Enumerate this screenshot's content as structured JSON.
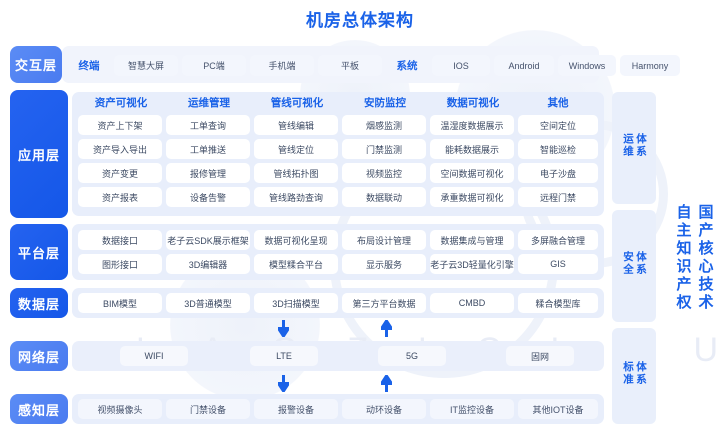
{
  "title": "机房总体架构",
  "watermark": "L A O Z I   C L O U D",
  "colors": {
    "accent": "#1a62e8",
    "tag_strong": "#1457e8",
    "tag_light": "#5b8cf5",
    "panel": "#e8eefb",
    "chip": "#ffffff"
  },
  "layers": {
    "interaction": {
      "tag": "交互层",
      "groups": [
        {
          "label": "终端",
          "items": [
            "智慧大屏",
            "PC端",
            "手机端",
            "平板"
          ]
        },
        {
          "label": "系统",
          "items": [
            "IOS",
            "Android",
            "Windows",
            "Harmony"
          ]
        }
      ]
    },
    "application": {
      "tag": "应用层",
      "columns": [
        {
          "header": "资产可视化",
          "items": [
            "资产上下架",
            "资产导入导出",
            "资产变更",
            "资产报表"
          ]
        },
        {
          "header": "运维管理",
          "items": [
            "工单查询",
            "工单推送",
            "报修管理",
            "设备告警"
          ]
        },
        {
          "header": "管线可视化",
          "items": [
            "管线编辑",
            "管线定位",
            "管线拓扑图",
            "管线路劲查询"
          ]
        },
        {
          "header": "安防监控",
          "items": [
            "烟感监测",
            "门禁监测",
            "视频监控",
            "数据联动"
          ]
        },
        {
          "header": "数据可视化",
          "items": [
            "温湿度数据展示",
            "能耗数据展示",
            "空间数据可视化",
            "承重数据可视化"
          ]
        },
        {
          "header": "其他",
          "items": [
            "空间定位",
            "智能巡检",
            "电子沙盘",
            "远程门禁"
          ]
        }
      ]
    },
    "platform": {
      "tag": "平台层",
      "rows": [
        [
          "数据接口",
          "老子云SDK展示框架",
          "数据可视化呈现",
          "布局设计管理",
          "数据集成与管理",
          "多屏融合管理"
        ],
        [
          "图形接口",
          "3D编辑器",
          "模型糅合平台",
          "显示服务",
          "老子云3D轻量化引擎",
          "GIS"
        ]
      ]
    },
    "data": {
      "tag": "数据层",
      "items": [
        "BIM模型",
        "3D普通模型",
        "3D扫描模型",
        "第三方平台数据",
        "CMBD",
        "糅合模型库"
      ]
    },
    "network": {
      "tag": "网络层",
      "items": [
        "WIFI",
        "LTE",
        "5G",
        "固网"
      ]
    },
    "perception": {
      "tag": "感知层",
      "items": [
        "视频摄像头",
        "门禁设备",
        "报警设备",
        "动环设备",
        "IT监控设备",
        "其他IOT设备"
      ]
    }
  },
  "side_systems": [
    {
      "line1": "运维",
      "line2": "体系"
    },
    {
      "line1": "安全",
      "line2": "体系"
    },
    {
      "line1": "标准",
      "line2": "体系"
    }
  ],
  "right_column": [
    "自主知识产权",
    "国产核心技术"
  ]
}
